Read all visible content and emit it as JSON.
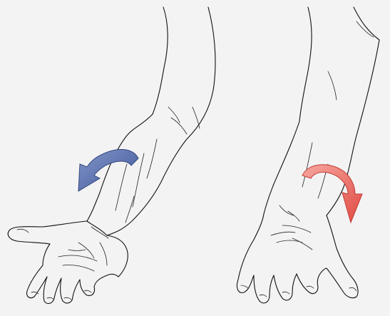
{
  "figure": {
    "panels": [
      {
        "id": "left",
        "subject": "forearm-supinated"
      },
      {
        "id": "right",
        "subject": "forearm-pronated"
      }
    ],
    "arrows": [
      {
        "panel": "left",
        "color": "#5b6fa8",
        "direction": "counterclockwise"
      },
      {
        "panel": "right",
        "color": "#e8625a",
        "direction": "clockwise"
      }
    ]
  }
}
